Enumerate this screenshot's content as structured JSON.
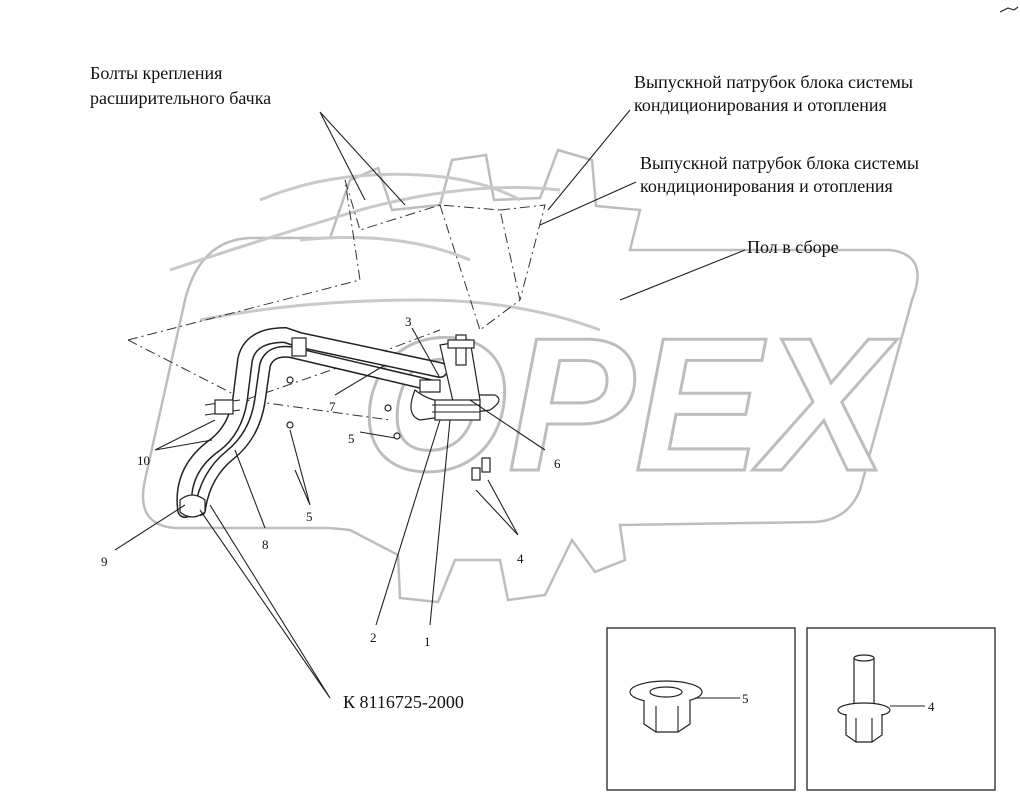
{
  "callouts": {
    "bolts_line1": "Болты крепления",
    "bolts_line2": "расширительного бачка",
    "outlet1_line1": "Выпускной патрубок блока системы",
    "outlet1_line2": "кондиционирования и отопления",
    "outlet2_line1": "Выпускной патрубок блока системы",
    "outlet2_line2": "кондиционирования и отопления",
    "floor": "Пол в сборе",
    "kit": "К 8116725-2000"
  },
  "part_numbers": {
    "p1": "1",
    "p2": "2",
    "p3": "3",
    "p4a": "4",
    "p4b": "4",
    "p5a": "5",
    "p5b": "5",
    "p5c": "5",
    "p6": "6",
    "p7": "7",
    "p8": "8",
    "p9": "9",
    "p10": "10"
  },
  "watermark": "OPEX"
}
